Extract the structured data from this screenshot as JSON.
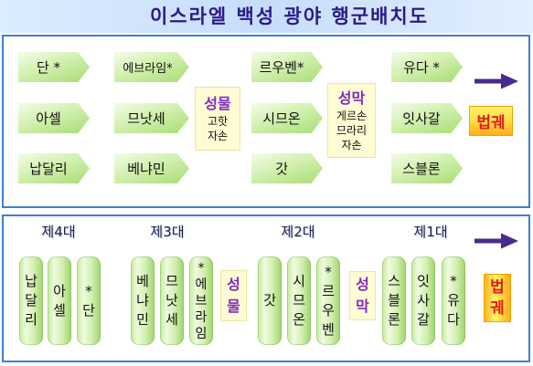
{
  "title": "이스라엘 백성 광야 행군배치도",
  "top": {
    "columns": [
      [
        "단 *",
        "아셀",
        "납달리"
      ],
      [
        "에브라임*",
        "므낫세",
        "베냐민"
      ],
      [
        "르우벤*",
        "시므온",
        "갓"
      ],
      [
        "유다 *",
        "잇사갈",
        "스블론"
      ]
    ],
    "holy_things": {
      "title": "성물",
      "lines": [
        "고핫",
        "자손"
      ]
    },
    "tabernacle": {
      "title": "성막",
      "lines": [
        "게르손",
        "므라리",
        "자손"
      ]
    },
    "ark": "법궤"
  },
  "bottom": {
    "divisions": [
      {
        "label": "제4대",
        "tribes": [
          "납달리",
          "아셀",
          "*단"
        ]
      },
      {
        "label": "제3대",
        "tribes": [
          "베냐민",
          "므낫세",
          "*에브라임"
        ]
      },
      {
        "label": "제2대",
        "tribes": [
          "갓",
          "시므온",
          "*르우벤"
        ]
      },
      {
        "label": "제1대",
        "tribes": [
          "스블론",
          "잇사갈",
          "*유다"
        ]
      }
    ],
    "holy_things": "성물",
    "tabernacle": "성막",
    "ark": "법궤"
  },
  "icons": {
    "direction": "right-arrow-icon"
  },
  "colors": {
    "title_text": "#2b1a8a",
    "panel_border": "#3d7dd8",
    "accent_purple": "#7b2cbf",
    "ark_red": "#e41b17",
    "arrow": "#4a2a8e",
    "heading_text": "#1c2350"
  }
}
